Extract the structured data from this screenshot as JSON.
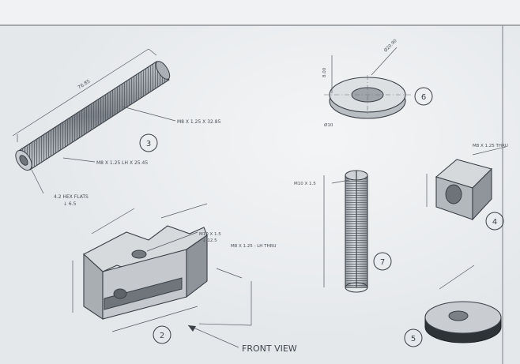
{
  "labels": {
    "view_title": "FRONT VIEW",
    "rod_thread_a": "M8 X 1.25 X 32.85",
    "rod_thread_b": "M8 X 1.25 LH X 25.45",
    "hex_flats": "4.2 HEX FLATS",
    "hex_depth": "↓ 6.5",
    "rod_length": "76.85",
    "block_thread_a": "M10 X 1.5",
    "block_thread_a_depth": "↓ 12.5",
    "block_thread_b": "M8 X 1.25 - LH THRU",
    "cyl_thread": "M10 X 1.5",
    "small_block_thread": "M8 X 1.25 THRU",
    "washer_dim": "Ø20.90",
    "washer_inner": "Ø10",
    "washer_thk": "8.00"
  },
  "callouts": {
    "part2": "2",
    "part3": "3",
    "part4": "4",
    "part5": "5",
    "part6": "6",
    "part7": "7"
  }
}
